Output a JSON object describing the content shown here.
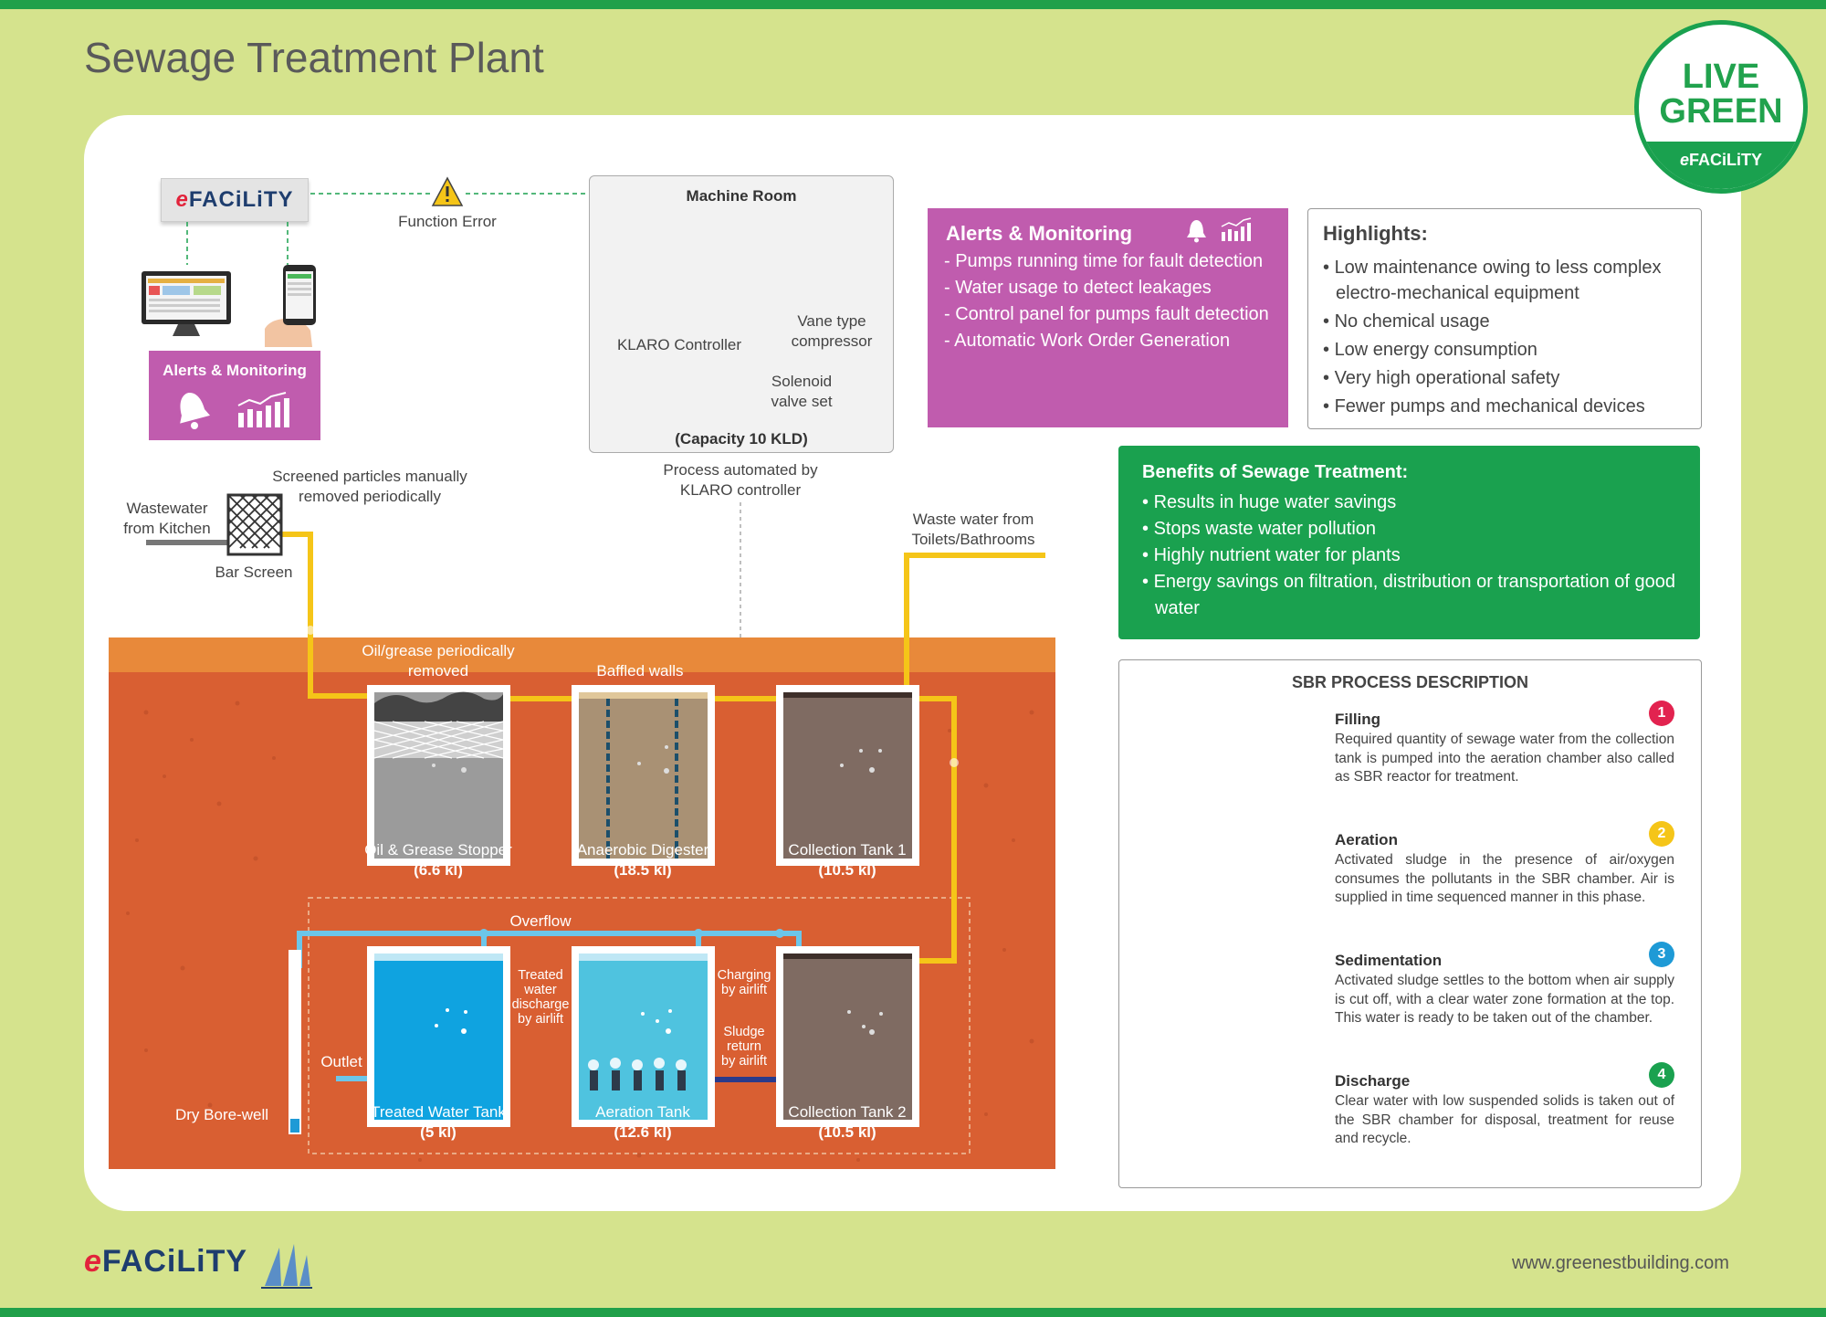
{
  "title": "Sewage Treatment Plant",
  "logo": {
    "live": "LIVE",
    "green": "GREEN",
    "brand_e": "e",
    "brand_rest": "FACiLiTY"
  },
  "top_left": {
    "efacility_e": "e",
    "efacility_rest": "FACiLiTY",
    "function_error": "Function Error",
    "alerts_title": "Alerts & Monitoring"
  },
  "machine_room": {
    "title": "Machine Room",
    "controller": "KLARO Controller",
    "compressor_l1": "Vane type",
    "compressor_l2": "compressor",
    "valve_l1": "Solenoid",
    "valve_l2": "valve set",
    "capacity": "(Capacity 10 KLD)",
    "process_l1": "Process automated by",
    "process_l2": "KLARO controller"
  },
  "alerts_box": {
    "title": "Alerts & Monitoring",
    "items": [
      "- Pumps running time for fault detection",
      "- Water usage to detect leakages",
      "- Control panel for pumps fault detection",
      "- Automatic Work Order  Generation"
    ]
  },
  "highlights": {
    "title": "Highlights:",
    "items": [
      "Low maintenance owing to less complex electro-mechanical equipment",
      "No chemical usage",
      "Low energy consumption",
      "Very high operational safety",
      "Fewer pumps and mechanical devices"
    ]
  },
  "benefits": {
    "title": "Benefits of Sewage Treatment:",
    "items": [
      "Results in huge water savings",
      "Stops waste water pollution",
      "Highly nutrient water for plants",
      "Energy savings on filtration, distribution or transportation of good water"
    ]
  },
  "sbr": {
    "title": "SBR PROCESS DESCRIPTION",
    "steps": [
      {
        "num": "1",
        "color": "#e2234f",
        "title": "Filling",
        "desc": "Required quantity of sewage water from the collection tank is pumped into the aeration chamber also called as SBR reactor for treatment."
      },
      {
        "num": "2",
        "color": "#f5c518",
        "title": "Aeration",
        "desc": "Activated sludge in the presence of air/oxygen consumes the pollutants in the SBR chamber. Air is supplied in time sequenced manner in this phase."
      },
      {
        "num": "3",
        "color": "#1e9ad6",
        "title": "Sedimentation",
        "desc": "Activated sludge settles to the bottom when air supply is cut off, with a clear water zone formation at the top. This water is ready to be taken out of the chamber."
      },
      {
        "num": "4",
        "color": "#1aa14f",
        "title": "Discharge",
        "desc": "Clear water with low suspended solids is taken out of the SBR chamber for disposal, treatment for reuse and recycle."
      }
    ]
  },
  "flow": {
    "bar_screen_note_l1": "Screened particles manually",
    "bar_screen_note_l2": "removed periodically",
    "wastewater_l1": "Wastewater",
    "wastewater_l2": "from Kitchen",
    "bar_screen": "Bar Screen",
    "toilets_l1": "Waste water from",
    "toilets_l2": "Toilets/Bathrooms",
    "oil_note_l1": "Oil/grease periodically",
    "oil_note_l2": "removed",
    "baffled": "Baffled walls",
    "overflow": "Overflow",
    "outlet": "Outlet",
    "dry_borewell": "Dry Bore-well",
    "treated_discharge": [
      "Treated",
      "water",
      "discharge",
      "by airlift"
    ],
    "charging": [
      "Charging",
      "by airlift"
    ],
    "sludge_return": [
      "Sludge",
      "return",
      "by airlift"
    ]
  },
  "tanks": {
    "oil": {
      "name": "Oil & Grease Stopper",
      "cap": "(6.6 kl)"
    },
    "anaerobic": {
      "name": "Anaerobic Digester",
      "cap": "(18.5 kl)"
    },
    "collection1": {
      "name": "Collection Tank 1",
      "cap": "(10.5 kl)"
    },
    "treated": {
      "name": "Treated Water Tank",
      "cap": "(5 kl)"
    },
    "aeration": {
      "name": "Aeration Tank",
      "cap": "(12.6 kl)"
    },
    "collection2": {
      "name": "Collection Tank 2",
      "cap": "(10.5 kl)"
    }
  },
  "footer": {
    "brand_e": "e",
    "brand_rest": "FACiLiTY",
    "url": "www.greenestbuilding.com"
  }
}
